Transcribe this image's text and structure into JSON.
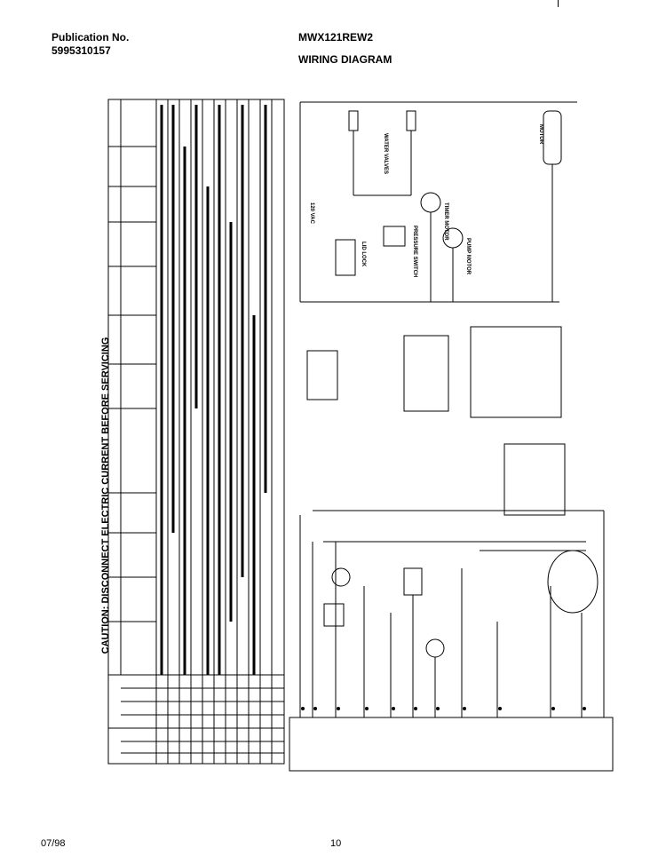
{
  "header": {
    "publication_label": "Publication No.",
    "publication_number": "5995310157",
    "model": "MWX121REW2",
    "title": "WIRING DIAGRAM"
  },
  "caption": "CAUTION: DISCONNECT ELECTRIC CURRENT BEFORE SERVICING",
  "footer": {
    "date": "07/98",
    "page": "10"
  },
  "labels": {
    "water_valves": "WATER VALVES",
    "timer_motor": "TIMER MOTOR",
    "pump_motor": "PUMP MOTOR",
    "lid_lock": "LID LOCK",
    "pressure_switch": "PRESSURE SWITCH",
    "motor": "MOTOR",
    "vac": "120 VAC"
  }
}
